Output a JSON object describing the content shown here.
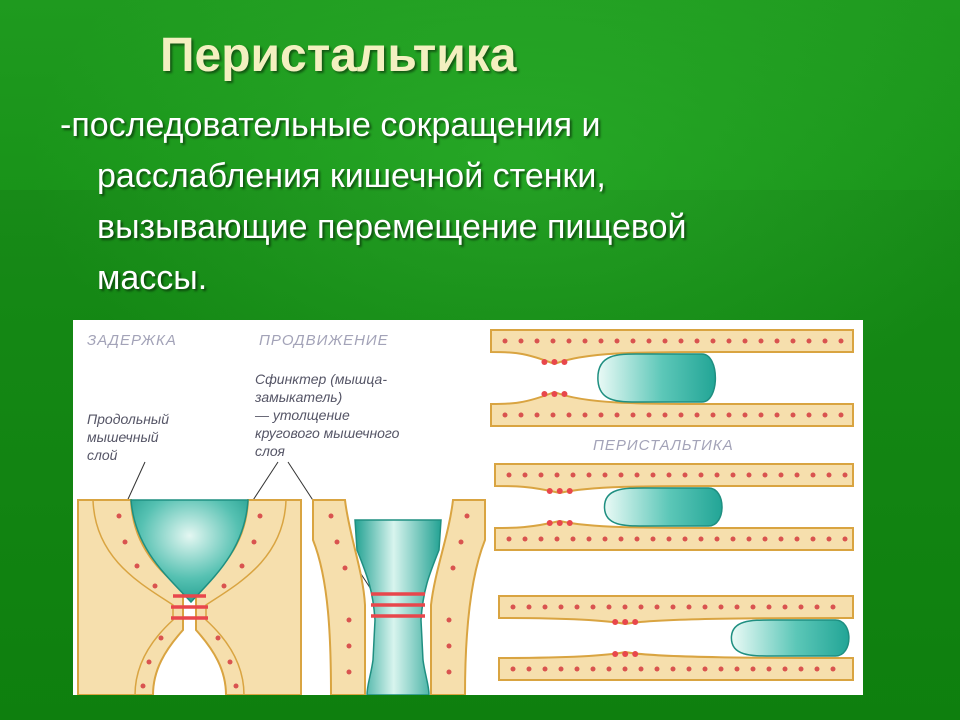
{
  "slide": {
    "title": "Перистальтика",
    "definition_lines": [
      "-последовательные сокращения и",
      "расслабления кишечной стенки,",
      "вызывающие перемещение пищевой",
      "массы."
    ]
  },
  "diagram": {
    "header_delay": "ЗАДЕРЖКА",
    "header_advance": "ПРОДВИЖЕНИЕ",
    "header_peristalsis": "ПЕРИСТАЛЬТИКА",
    "label_longitudinal": [
      "Продольный",
      "мышечный",
      "слой"
    ],
    "label_sphincter": [
      "Сфинктер (мышца-",
      "замыкатель)",
      "— утолщение",
      "кругового мышечного",
      "слоя"
    ],
    "colors": {
      "wall": "#f6dfad",
      "wall_outline": "#d9a441",
      "dots": "#d9534f",
      "bolus": "#22a596",
      "bolus_light": "#eafaf6",
      "sphincter": "#e8474c"
    },
    "bolus_positions_fraction": [
      0.24,
      0.25,
      0.6
    ]
  }
}
